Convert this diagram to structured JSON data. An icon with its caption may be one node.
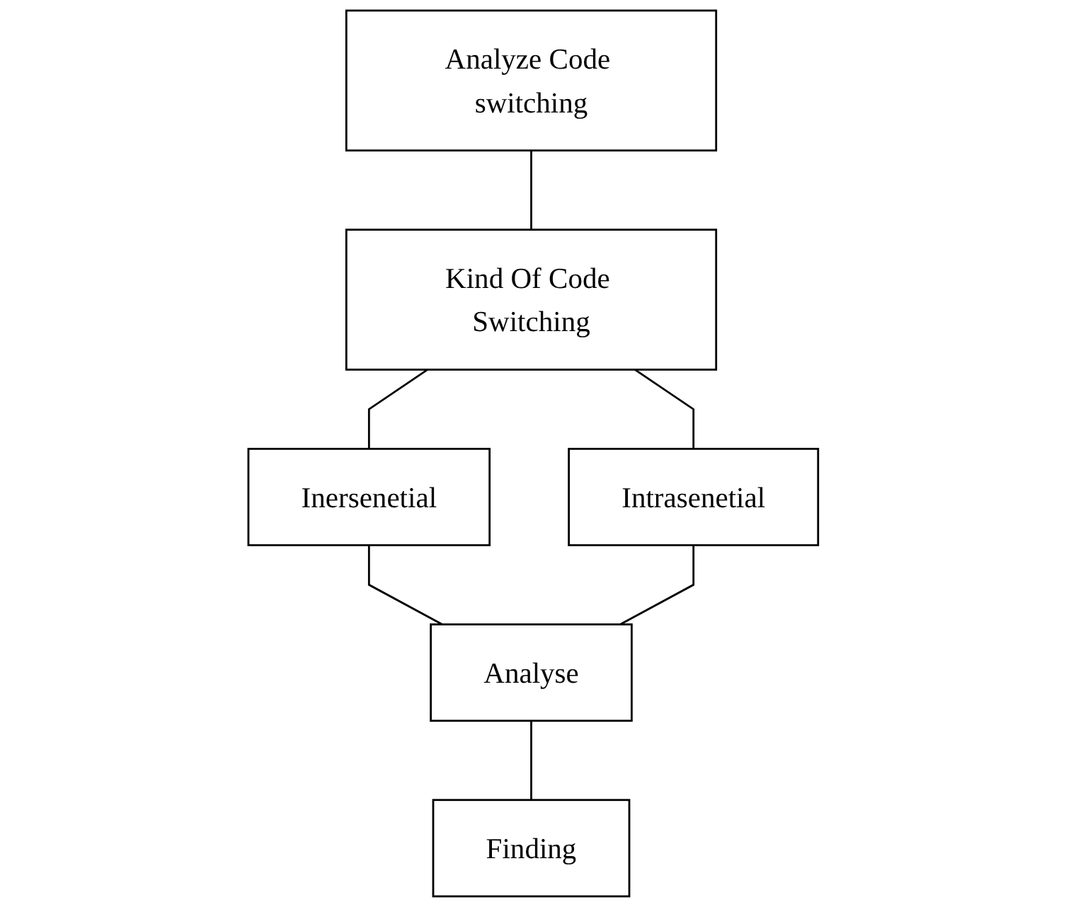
{
  "diagram": {
    "nodes": [
      {
        "text": [
          "Analyze Code switching"
        ]
      },
      {
        "text": [
          "Kind Of Code Switching"
        ]
      },
      {
        "text": [
          "Inersenetial"
        ]
      },
      {
        "text": [
          "Intrasenetial"
        ]
      },
      {
        "text": [
          "Analyse"
        ]
      },
      {
        "text": [
          "Finding"
        ]
      }
    ],
    "edges": [
      {
        "from": 0,
        "to": 1,
        "arrow": "none"
      },
      {
        "from": 1,
        "to": 2,
        "arrow": "none"
      },
      {
        "from": 1,
        "to": 3,
        "arrow": "none"
      },
      {
        "from": 2,
        "to": 4,
        "arrow": "none"
      },
      {
        "from": 3,
        "to": 4,
        "arrow": "none"
      },
      {
        "from": 4,
        "to": 5,
        "arrow": "none"
      }
    ]
  }
}
